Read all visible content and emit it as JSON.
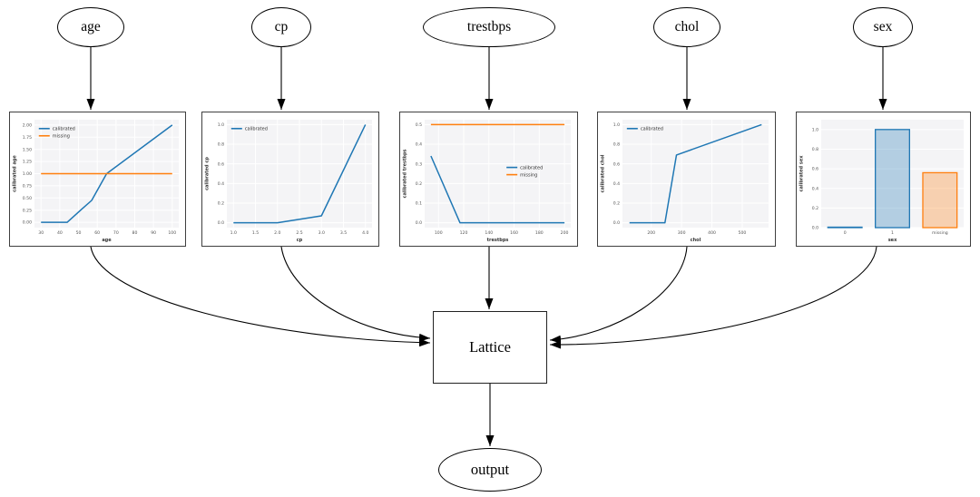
{
  "diagram": {
    "feature_nodes": [
      {
        "id": "age",
        "label": "age"
      },
      {
        "id": "cp",
        "label": "cp"
      },
      {
        "id": "trestbps",
        "label": "trestbps"
      },
      {
        "id": "chol",
        "label": "chol"
      },
      {
        "id": "sex",
        "label": "sex"
      }
    ],
    "lattice_label": "Lattice",
    "output_label": "output",
    "edges": [
      {
        "from": "age",
        "to": "age-calibrator"
      },
      {
        "from": "cp",
        "to": "cp-calibrator"
      },
      {
        "from": "trestbps",
        "to": "trestbps-calibrator"
      },
      {
        "from": "chol",
        "to": "chol-calibrator"
      },
      {
        "from": "sex",
        "to": "sex-calibrator"
      },
      {
        "from": "age-calibrator",
        "to": "Lattice"
      },
      {
        "from": "cp-calibrator",
        "to": "Lattice"
      },
      {
        "from": "trestbps-calibrator",
        "to": "Lattice"
      },
      {
        "from": "chol-calibrator",
        "to": "Lattice"
      },
      {
        "from": "sex-calibrator",
        "to": "Lattice"
      },
      {
        "from": "Lattice",
        "to": "output"
      }
    ]
  },
  "colors": {
    "calibrated": "#1f77b4",
    "missing": "#ff7f0e",
    "plot_bg": "#f4f4f6",
    "grid": "#ffffff",
    "tick_text": "#555555",
    "edge": "#000000"
  },
  "chart_data": [
    {
      "id": "age",
      "type": "line",
      "title": "",
      "xlabel": "age",
      "ylabel": "calibrated age",
      "xlim": [
        26.5,
        103.5
      ],
      "ylim": [
        -0.11,
        2.11
      ],
      "xticks": {
        "values": [
          30,
          40,
          50,
          60,
          70,
          80,
          90,
          100
        ],
        "labels": [
          "30",
          "40",
          "50",
          "60",
          "70",
          "80",
          "90",
          "100"
        ]
      },
      "yticks": {
        "values": [
          0,
          0.25,
          0.5,
          0.75,
          1.0,
          1.25,
          1.5,
          1.75,
          2.0
        ],
        "labels": [
          "0.00",
          "0.25",
          "0.50",
          "0.75",
          "1.00",
          "1.25",
          "1.50",
          "1.75",
          "2.00"
        ]
      },
      "legend": {
        "entries": [
          "calibrated",
          "missing"
        ],
        "position": "upper-left",
        "fx": 0.03,
        "fy": 0.04
      },
      "series": [
        {
          "name": "calibrated",
          "color": "#1f77b4",
          "points": [
            [
              30,
              0
            ],
            [
              44,
              0
            ],
            [
              52,
              0.28
            ],
            [
              57,
              0.45
            ],
            [
              65,
              1.0
            ],
            [
              100,
              2.0
            ]
          ]
        },
        {
          "name": "missing",
          "color": "#ff7f0e",
          "points": [
            [
              30,
              1.0
            ],
            [
              100,
              1.0
            ]
          ]
        }
      ]
    },
    {
      "id": "cp",
      "type": "line",
      "title": "",
      "xlabel": "cp",
      "ylabel": "calibrated cp",
      "xlim": [
        0.85,
        4.15
      ],
      "ylim": [
        -0.05,
        1.05
      ],
      "xticks": {
        "values": [
          1.0,
          1.5,
          2.0,
          2.5,
          3.0,
          3.5,
          4.0
        ],
        "labels": [
          "1.0",
          "1.5",
          "2.0",
          "2.5",
          "3.0",
          "3.5",
          "4.0"
        ]
      },
      "yticks": {
        "values": [
          0,
          0.2,
          0.4,
          0.6,
          0.8,
          1.0
        ],
        "labels": [
          "0.0",
          "0.2",
          "0.4",
          "0.6",
          "0.8",
          "1.0"
        ]
      },
      "legend": {
        "entries": [
          "calibrated"
        ],
        "position": "upper-left",
        "fx": 0.03,
        "fy": 0.04
      },
      "series": [
        {
          "name": "calibrated",
          "color": "#1f77b4",
          "points": [
            [
              1,
              0
            ],
            [
              2,
              0
            ],
            [
              3,
              0.07
            ],
            [
              4,
              1.0
            ]
          ]
        }
      ]
    },
    {
      "id": "trestbps",
      "type": "line",
      "title": "",
      "xlabel": "trestbps",
      "ylabel": "calibrated trestbps",
      "xlim": [
        89,
        205
      ],
      "ylim": [
        -0.025,
        0.525
      ],
      "xticks": {
        "values": [
          100,
          120,
          140,
          160,
          180,
          200
        ],
        "labels": [
          "100",
          "120",
          "140",
          "160",
          "180",
          "200"
        ]
      },
      "yticks": {
        "values": [
          0,
          0.1,
          0.2,
          0.3,
          0.4,
          0.5
        ],
        "labels": [
          "0.0",
          "0.1",
          "0.2",
          "0.3",
          "0.4",
          "0.5"
        ]
      },
      "legend": {
        "entries": [
          "calibrated",
          "missing"
        ],
        "position": "center-right",
        "fx": 0.56,
        "fy": 0.4
      },
      "series": [
        {
          "name": "calibrated",
          "color": "#1f77b4",
          "points": [
            [
              94,
              0.34
            ],
            [
              117,
              0
            ],
            [
              200,
              0
            ]
          ]
        },
        {
          "name": "missing",
          "color": "#ff7f0e",
          "points": [
            [
              94,
              0.5
            ],
            [
              200,
              0.5
            ]
          ]
        }
      ]
    },
    {
      "id": "chol",
      "type": "line",
      "title": "",
      "xlabel": "chol",
      "ylabel": "calibrated chol",
      "xlim": [
        105,
        587
      ],
      "ylim": [
        -0.05,
        1.05
      ],
      "xticks": {
        "values": [
          200,
          300,
          400,
          500
        ],
        "labels": [
          "200",
          "300",
          "400",
          "500"
        ]
      },
      "yticks": {
        "values": [
          0,
          0.2,
          0.4,
          0.6,
          0.8,
          1.0
        ],
        "labels": [
          "0.0",
          "0.2",
          "0.4",
          "0.6",
          "0.8",
          "1.0"
        ]
      },
      "legend": {
        "entries": [
          "calibrated"
        ],
        "position": "upper-left",
        "fx": 0.03,
        "fy": 0.04
      },
      "series": [
        {
          "name": "calibrated",
          "color": "#1f77b4",
          "points": [
            [
              128,
              0
            ],
            [
              245,
              0
            ],
            [
              283,
              0.69
            ],
            [
              564,
              1.0
            ]
          ]
        }
      ]
    },
    {
      "id": "sex",
      "type": "bar",
      "title": "",
      "xlabel": "sex",
      "ylabel": "calibrated sex",
      "ylim": [
        0,
        1.1
      ],
      "categories": [
        "0",
        "1",
        "missing"
      ],
      "values": [
        0.005,
        1.0,
        0.56
      ],
      "bar_colors": [
        "#1f77b4",
        "#1f77b4",
        "#ff7f0e"
      ],
      "yticks": {
        "values": [
          0,
          0.2,
          0.4,
          0.6,
          0.8,
          1.0
        ],
        "labels": [
          "0.0",
          "0.2",
          "0.4",
          "0.6",
          "0.8",
          "1.0"
        ]
      },
      "legend": null,
      "series": []
    }
  ]
}
